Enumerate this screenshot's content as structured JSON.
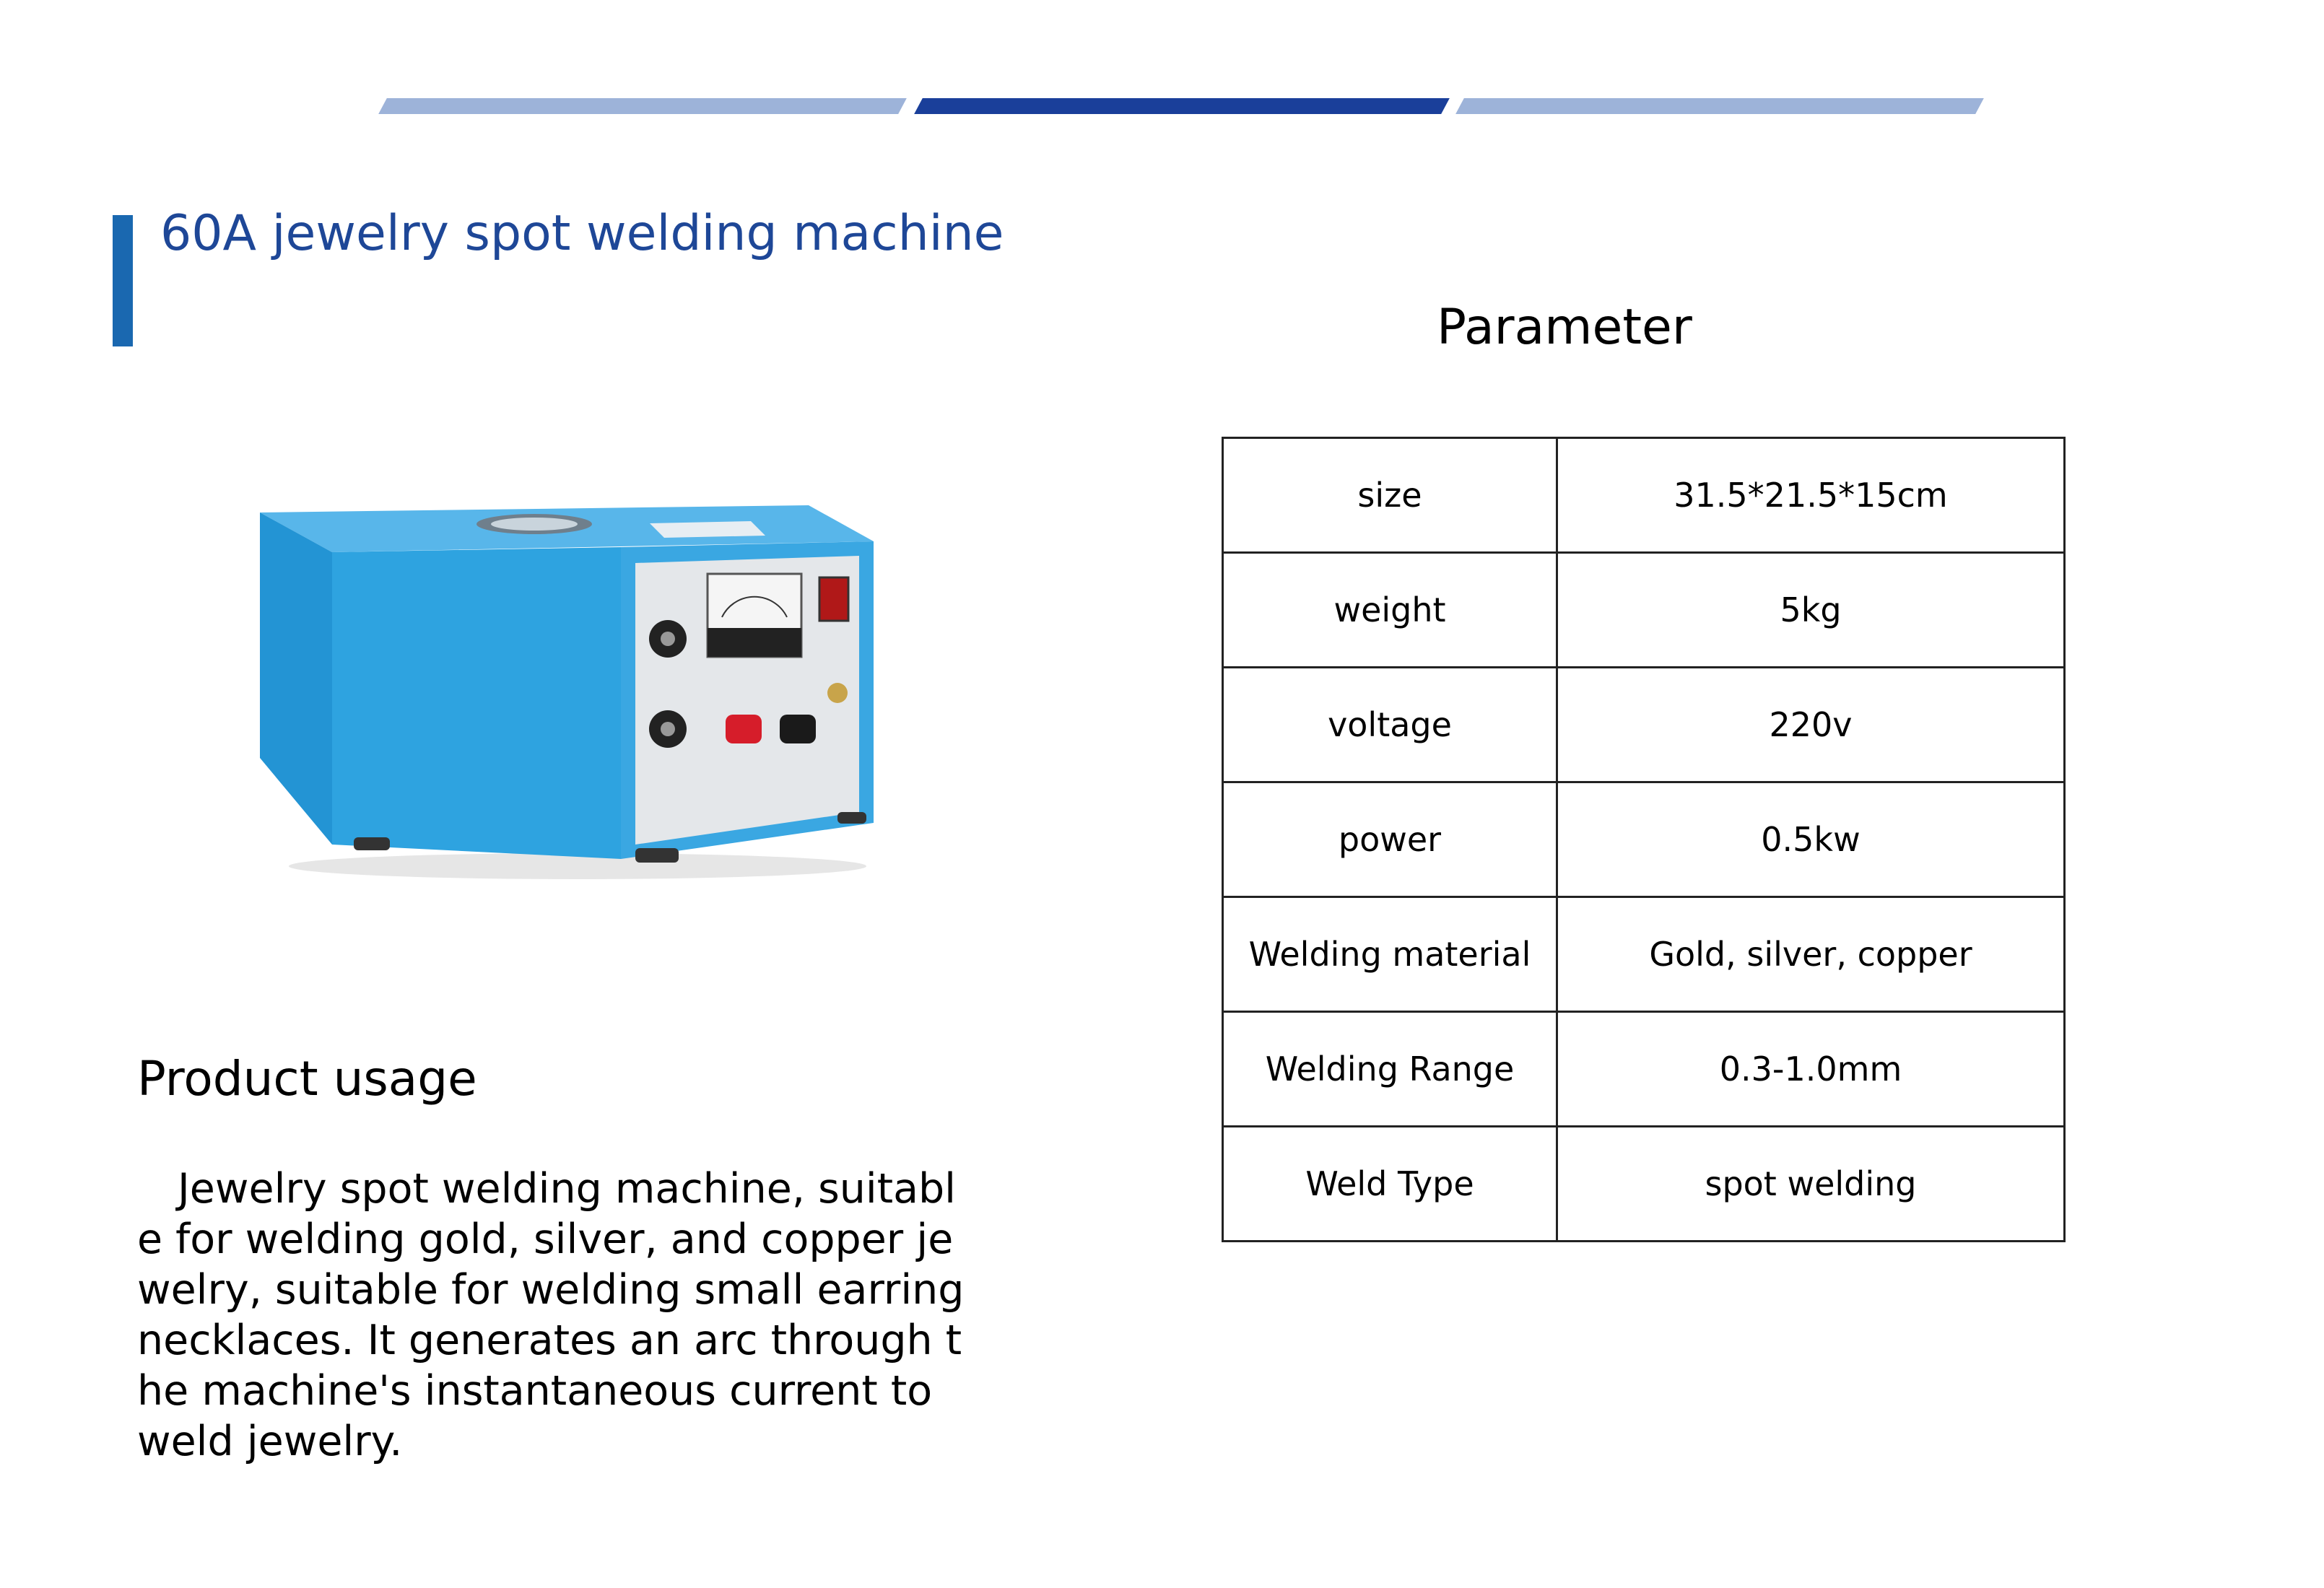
{
  "header": {
    "title": "60A jewelry spot welding machine",
    "parameter_heading": "Parameter"
  },
  "product": {
    "image_alt": "blue jewelry spot welding machine",
    "colors": {
      "body": "#2ea3e0",
      "accent": "#1e4797",
      "band_light": "#9db3d9",
      "band_dark": "#1a3f9a"
    }
  },
  "usage": {
    "heading": "Product usage",
    "text": "Jewelry spot welding machine, suitable for welding gold, silver, and copper jewelry, suitable for welding small earring necklaces. It generates an arc through the machine's instantaneous current to weld jewelry."
  },
  "parameters": {
    "rows": [
      {
        "key": "size",
        "value": "31.5*21.5*15cm"
      },
      {
        "key": "weight",
        "value": "5kg"
      },
      {
        "key": "voltage",
        "value": "220v"
      },
      {
        "key": "power",
        "value": "0.5kw"
      },
      {
        "key": "Welding material",
        "value": "Gold, silver, copper"
      },
      {
        "key": "Welding Range",
        "value": "0.3-1.0mm"
      },
      {
        "key": "Weld Type",
        "value": "spot welding"
      }
    ]
  }
}
